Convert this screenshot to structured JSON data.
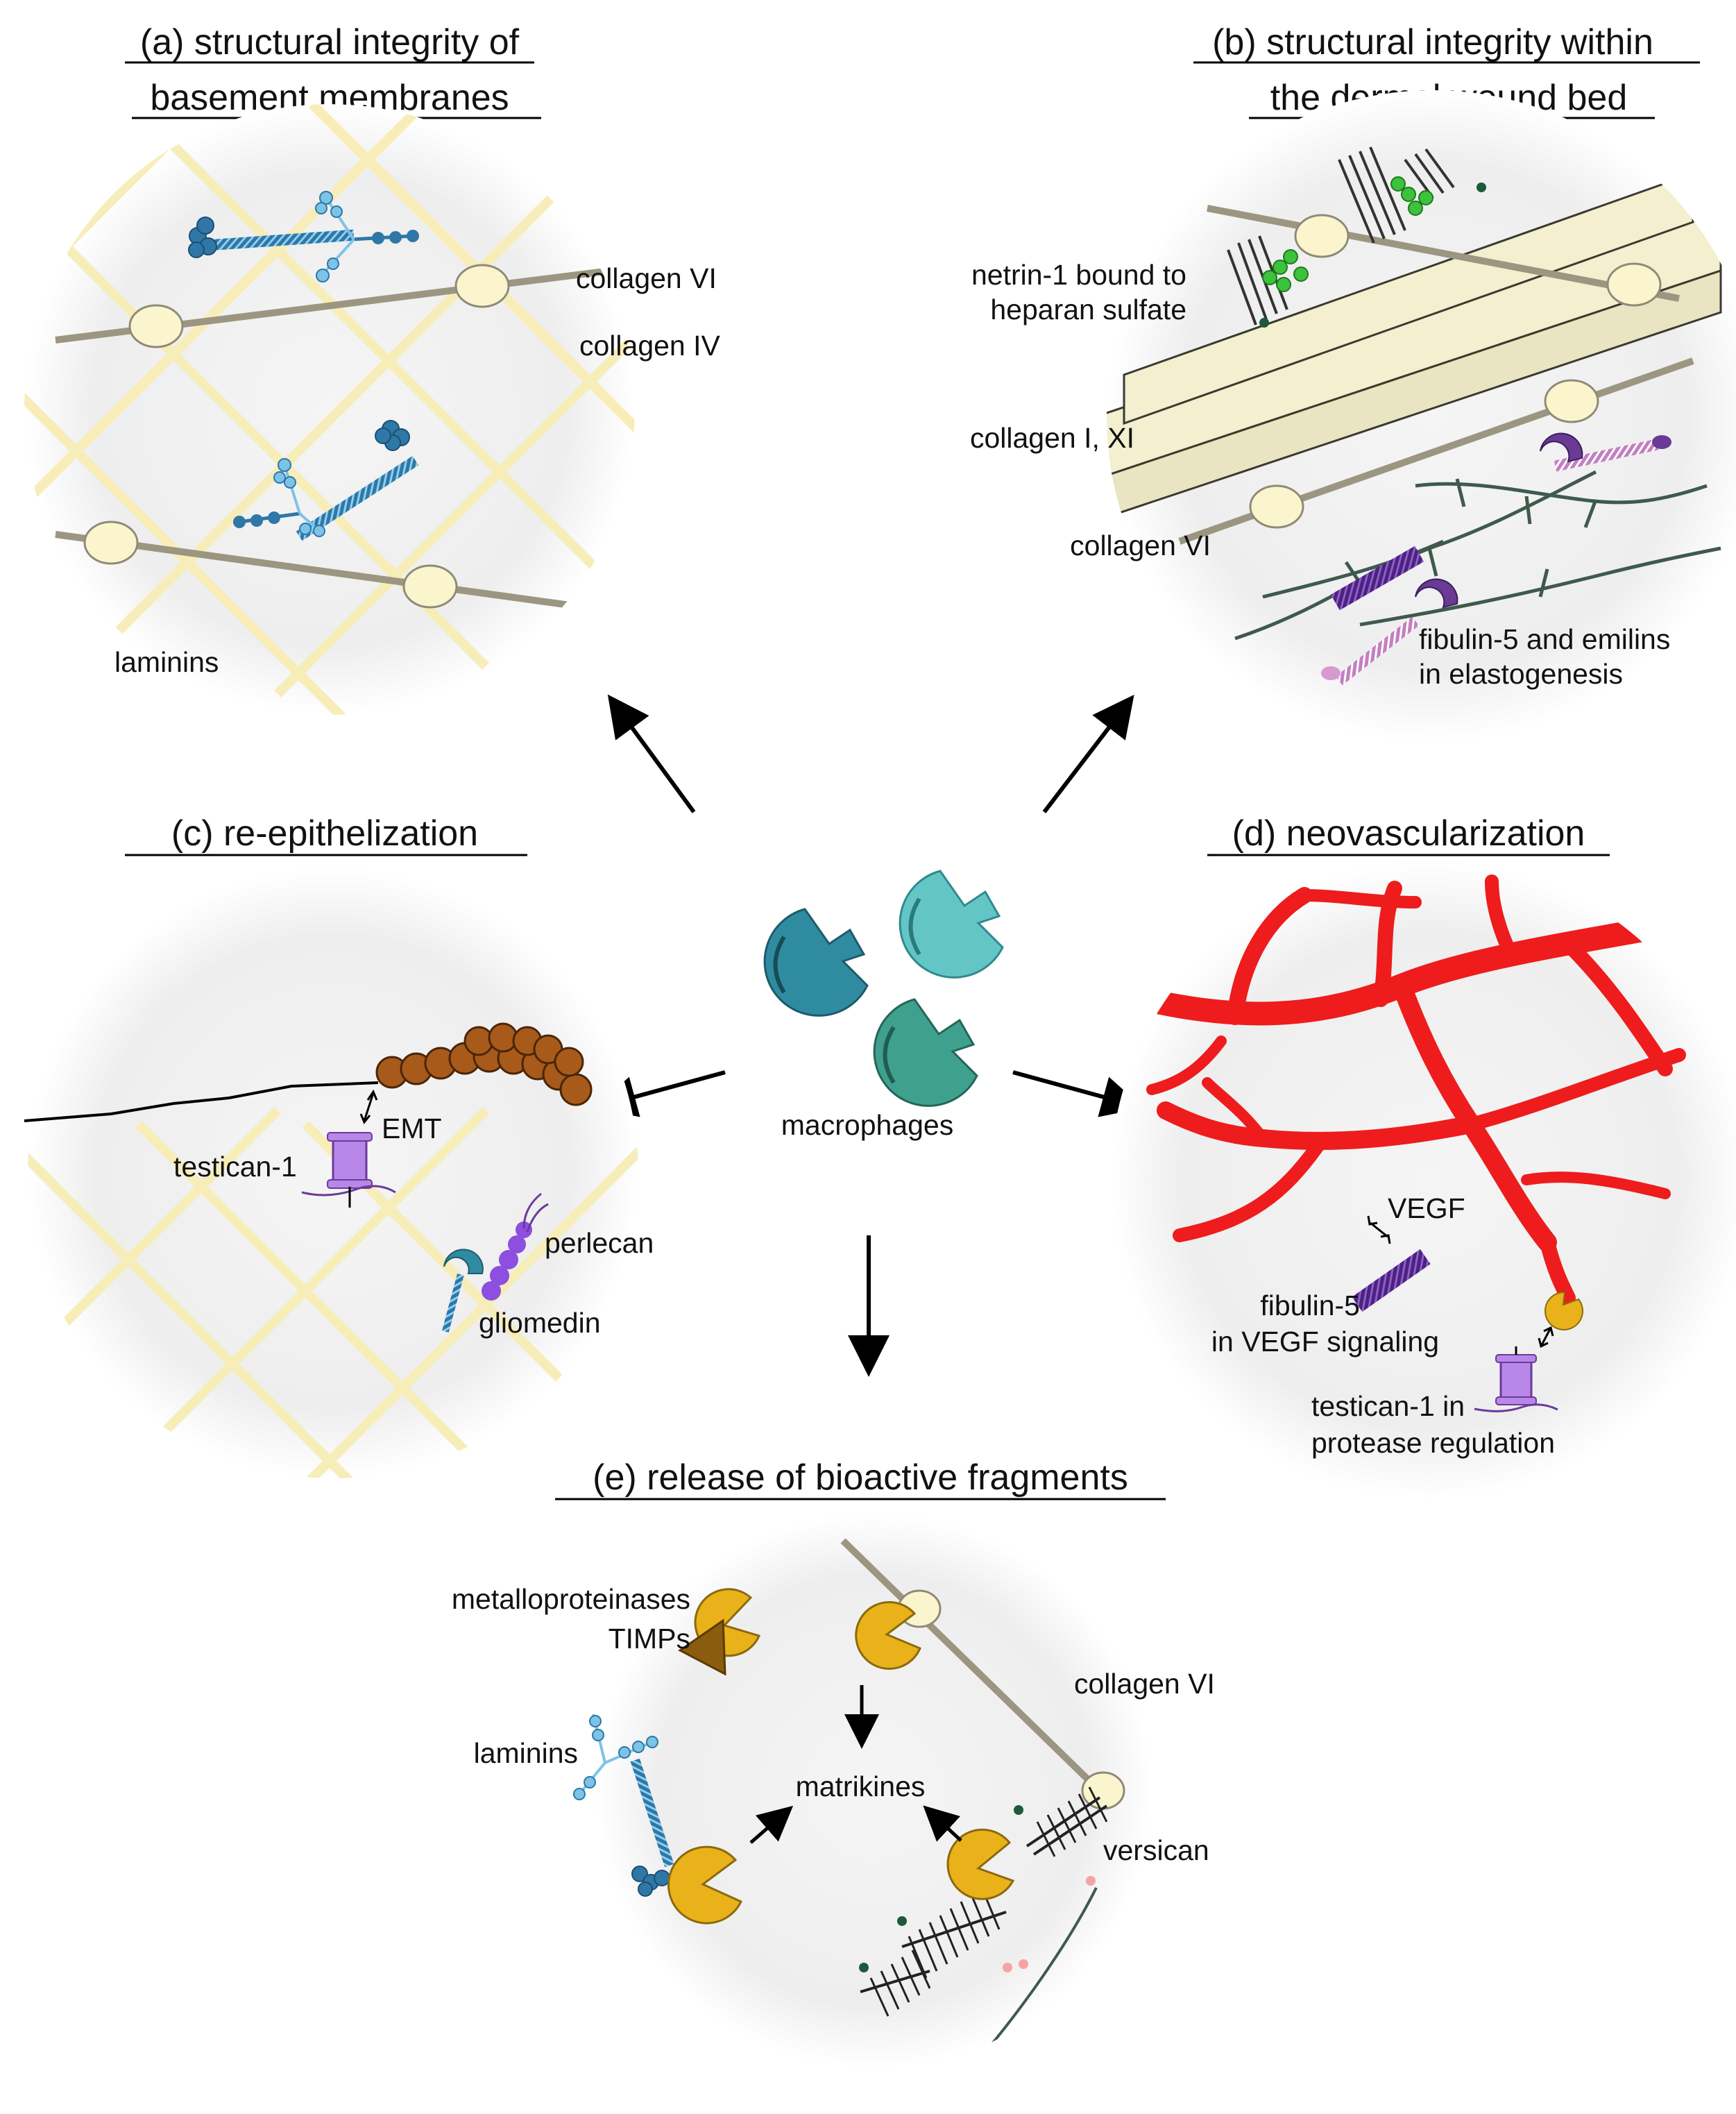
{
  "colors": {
    "panel_fill": "#f2f2f2",
    "basement_grid": "#f7edb9",
    "collagen_vi_bead": "#fbf5cd",
    "collagen_vi_rod": "#9c9581",
    "collagen_i_fibril": "#f3efcf",
    "laminin_blue": "#2f77a6",
    "laminin_light_blue": "#7cc3e8",
    "vessel_red": "#ee1c1c",
    "pacman_yellow": "#eab21a",
    "timp_brown": "#8a5d0e",
    "testican_purple": "#b887e8",
    "fibulin_purple": "#5a2b8c",
    "emilin_pink": "#d59ad0",
    "netrin_green": "#3cc23c",
    "epithelium_brown": "#a85a1b",
    "macrophage_teal_1": "#2f8ba0",
    "macrophage_teal_2": "#64c5c7",
    "macrophage_teal_3": "#3fa08e"
  },
  "panels": {
    "a": {
      "title_line1": "(a) structural integrity of",
      "title_line2": "basement membranes",
      "labels": {
        "collagen_vi": "collagen VI",
        "collagen_iv": "collagen IV",
        "laminins": "laminins"
      }
    },
    "b": {
      "title_line1": "(b) structural integrity within",
      "title_line2": "the dermal wound bed",
      "labels": {
        "netrin_line1": "netrin-1 bound to",
        "netrin_line2": "heparan sulfate",
        "collagen_i_xi": "collagen I, XI",
        "collagen_vi": "collagen VI",
        "fibulin_line1": "fibulin-5 and emilins",
        "fibulin_line2": "in elastogenesis"
      }
    },
    "c": {
      "title": "(c) re-epithelization",
      "labels": {
        "emt": "EMT",
        "testican": "testican-1",
        "perlecan": "perlecan",
        "gliomedin": "gliomedin"
      }
    },
    "d": {
      "title": "(d) neovascularization",
      "labels": {
        "vegf": "VEGF",
        "fibulin_line1": "fibulin-5",
        "fibulin_line2": "in VEGF signaling",
        "testican_line1": "testican-1 in",
        "testican_line2": "protease regulation"
      }
    },
    "e": {
      "title": "(e) release of bioactive fragments",
      "labels": {
        "mmp": "metalloproteinases",
        "timps": "TIMPs",
        "collagen_vi": "collagen VI",
        "laminins": "laminins",
        "matrikines": "matrikines",
        "versican": "versican"
      }
    }
  },
  "center": {
    "label": "macrophages"
  }
}
